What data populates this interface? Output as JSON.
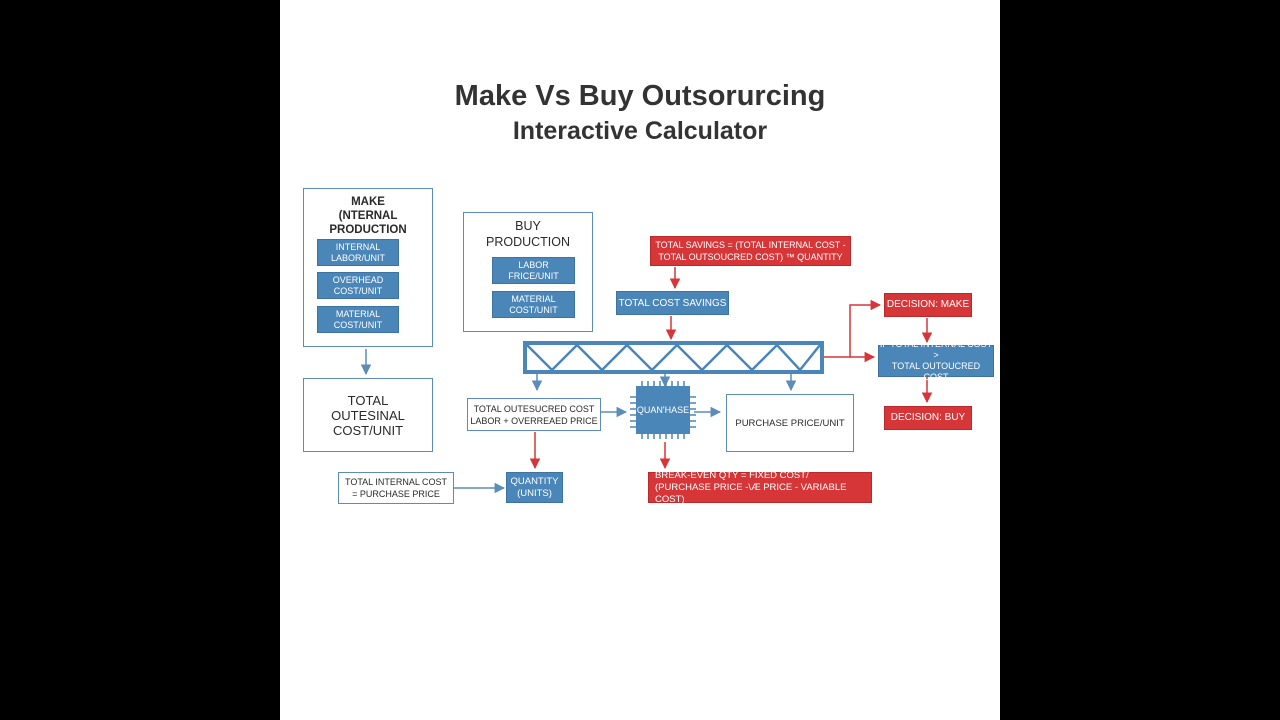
{
  "header": {
    "title": "Make Vs Buy Outsorurcing",
    "subtitle": "Interactive Calculator"
  },
  "make_group": {
    "label": "MAKE\n(NTERNAL\nPRODUCTION",
    "items": [
      "INTERNAL\nLABOR/UNIT",
      "OVERHEAD\nCOST/UNIT",
      "MATERIAL\nCOST/UNIT"
    ]
  },
  "buy_group": {
    "label": "BUY\nPRODUCTION",
    "items": [
      "LABOR\nFRICE/UNIT",
      "MATERIAL\nCOST/UNIT"
    ]
  },
  "total_outesinal": "TOTAL\nOUTESINAL\nCOST/UNIT",
  "total_outsourced_cost": "TOTAL OUTESUCRED COST\nLABOR + OVERREAED PRICE",
  "total_internal_cost": "TOTAL INTERNAL COST\n= PURCHASE PRICE",
  "quantity": "QUANTITY\n(UNITS)",
  "quanhase": "QUAN'HASE",
  "purchase_price": "PURCHASE PRICE/UNIT",
  "total_savings_formula": "TOTAL SAVINGS = (TOTAL INTERNAL COST -\nTOTAL OUTSOUCRED COST) ™ QUANTITY",
  "total_cost_savings": "TOTAL COST SAVINGS",
  "break_even_formula": "BREAK-EVEN QTY = FIXED COST/\n(PURCHASE PRICE -\\Æ PRICE - VARIABLE COST)",
  "decision_make": "DECISION: MAKE",
  "condition": "IF TOTAL INTERNAL COST >\nTOTAL OUTOUCRED COST",
  "decision_buy": "DECISION: BUY",
  "colors": {
    "blue": "#4a86b8",
    "red": "#d63638",
    "border": "#5b8db8",
    "text": "#333333"
  }
}
